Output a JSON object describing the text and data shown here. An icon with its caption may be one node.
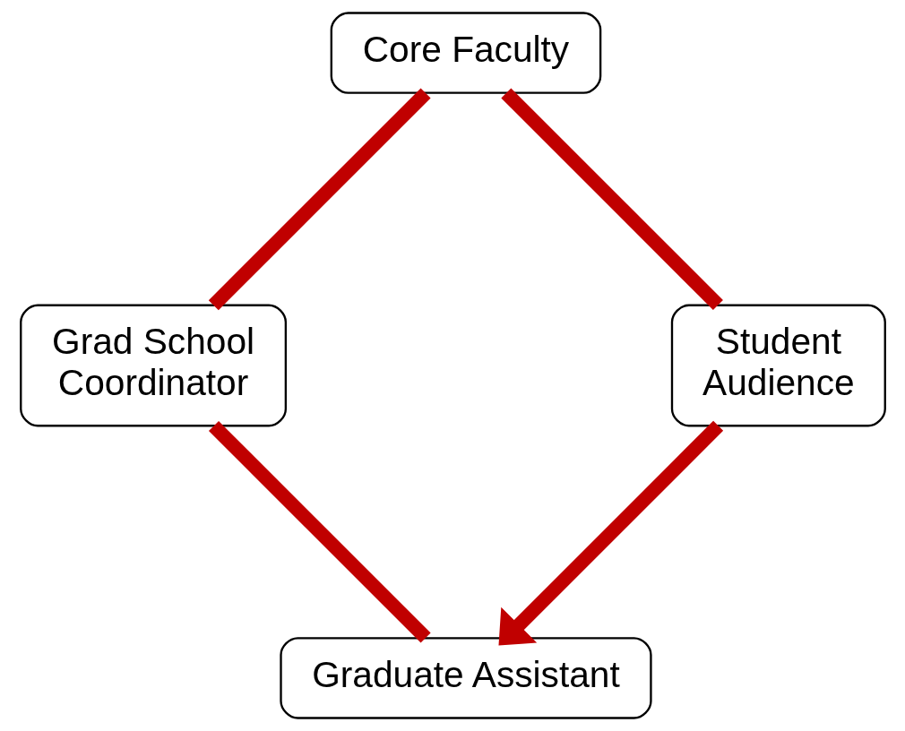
{
  "diagram": {
    "nodes": [
      {
        "text": [
          "Graduate Assistant"
        ]
      },
      {
        "text": [
          "Grad School Coordinator"
        ]
      },
      {
        "text": [
          "Core Faculty"
        ]
      },
      {
        "text": [
          "Student Audience"
        ]
      }
    ],
    "edges": [
      {
        "from": 0,
        "to": 1,
        "arrow": "none"
      },
      {
        "from": 1,
        "to": 2,
        "arrow": "none"
      },
      {
        "from": 2,
        "to": 3,
        "arrow": "none"
      },
      {
        "from": 3,
        "to": 0,
        "arrow": "to"
      }
    ]
  }
}
